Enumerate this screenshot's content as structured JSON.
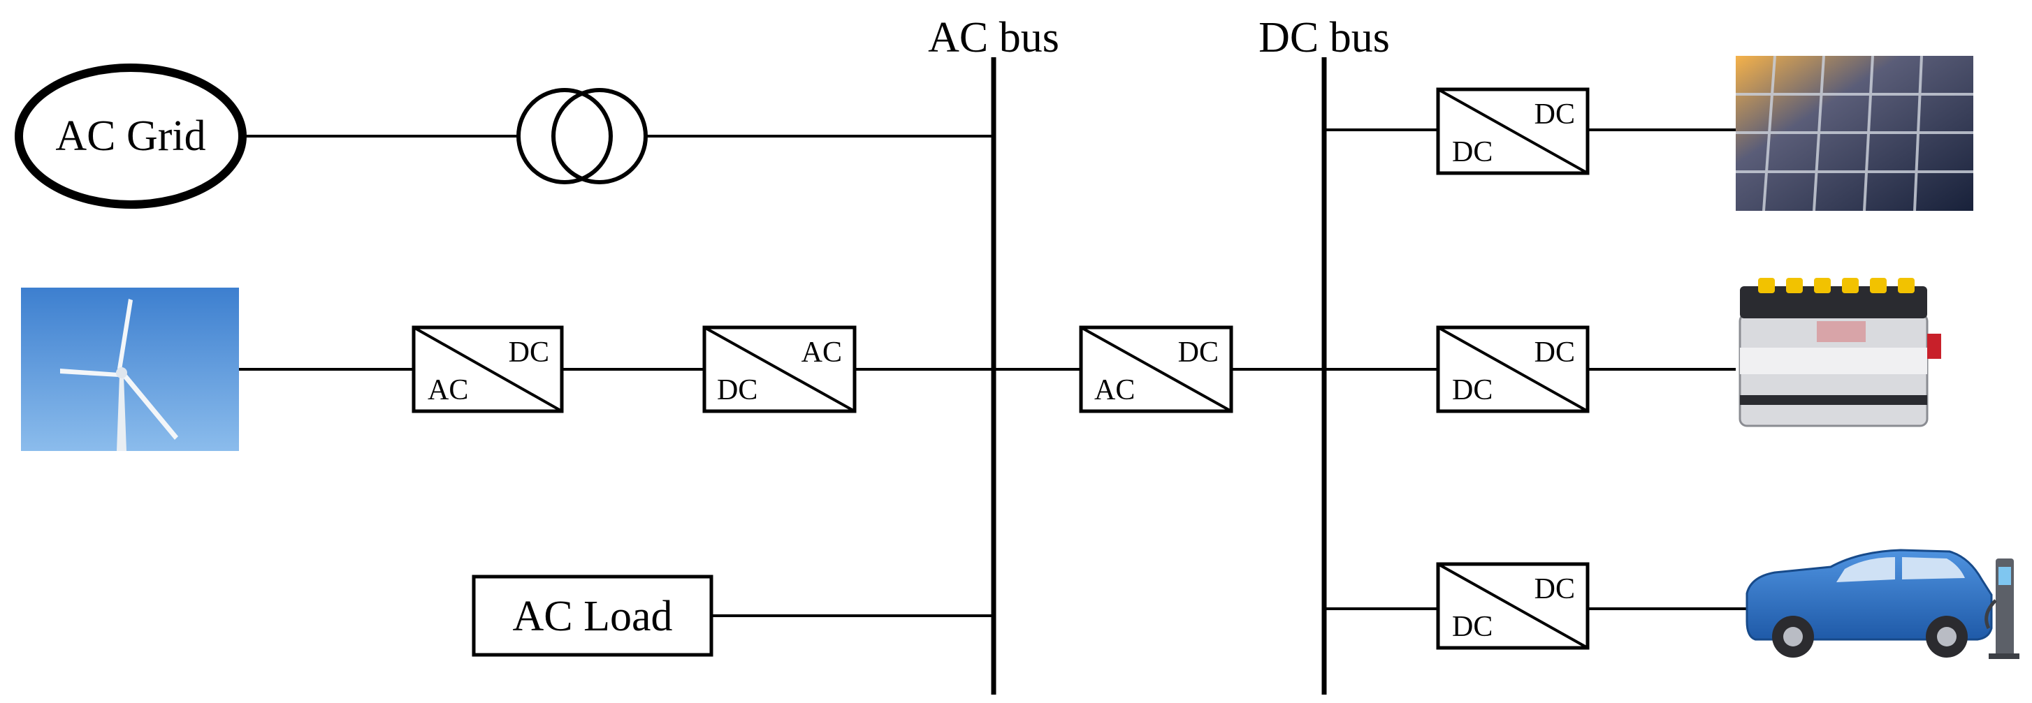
{
  "buses": {
    "ac_label": "AC bus",
    "dc_label": "DC bus"
  },
  "sources": {
    "grid_label": "AC Grid",
    "load_label": "AC Load"
  },
  "converters": [
    {
      "id": "wind-rect",
      "top": "DC",
      "bottom": "AC"
    },
    {
      "id": "wind-inv",
      "top": "AC",
      "bottom": "DC"
    },
    {
      "id": "interlink",
      "top": "DC",
      "bottom": "AC"
    },
    {
      "id": "pv-dcdc",
      "top": "DC",
      "bottom": "DC"
    },
    {
      "id": "batt-dcdc",
      "top": "DC",
      "bottom": "DC"
    },
    {
      "id": "ev-dcdc",
      "top": "DC",
      "bottom": "DC"
    }
  ],
  "icons": {
    "transformer": "transformer-icon",
    "wind": "wind-turbine-icon",
    "solar": "solar-panel-icon",
    "battery": "battery-icon",
    "ev": "electric-car-icon"
  },
  "colors": {
    "sky": "#4a90d9",
    "panel": "#1f2a44",
    "car": "#2f6fc0",
    "battery_cap": "#f2c200"
  }
}
